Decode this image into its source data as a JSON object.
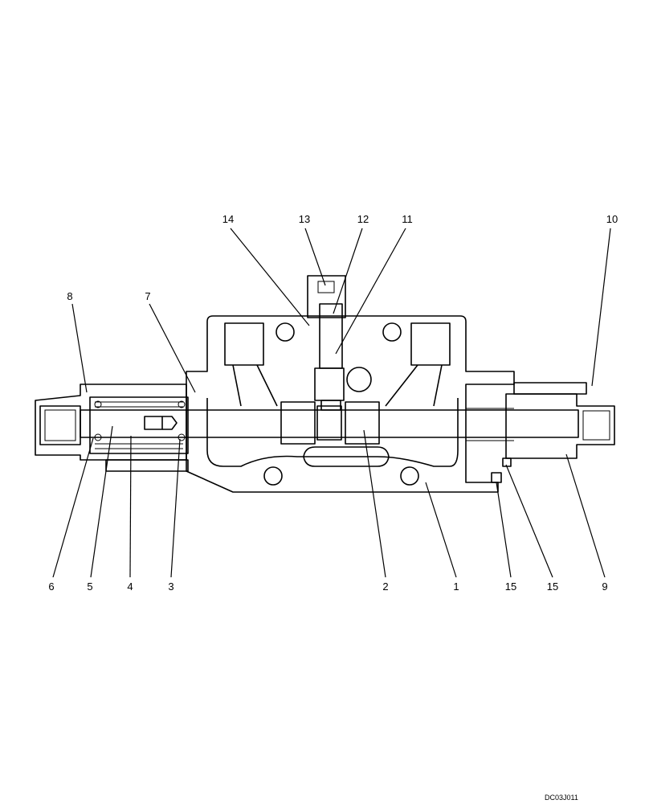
{
  "diagram": {
    "callouts": {
      "c1": "1",
      "c2": "2",
      "c3": "3",
      "c4": "4",
      "c5": "5",
      "c6": "6",
      "c7": "7",
      "c8": "8",
      "c9": "9",
      "c10": "10",
      "c11": "11",
      "c12": "12",
      "c13": "13",
      "c14": "14",
      "c15a": "15",
      "c15b": "15"
    },
    "drawing_code": "DC03J011"
  }
}
